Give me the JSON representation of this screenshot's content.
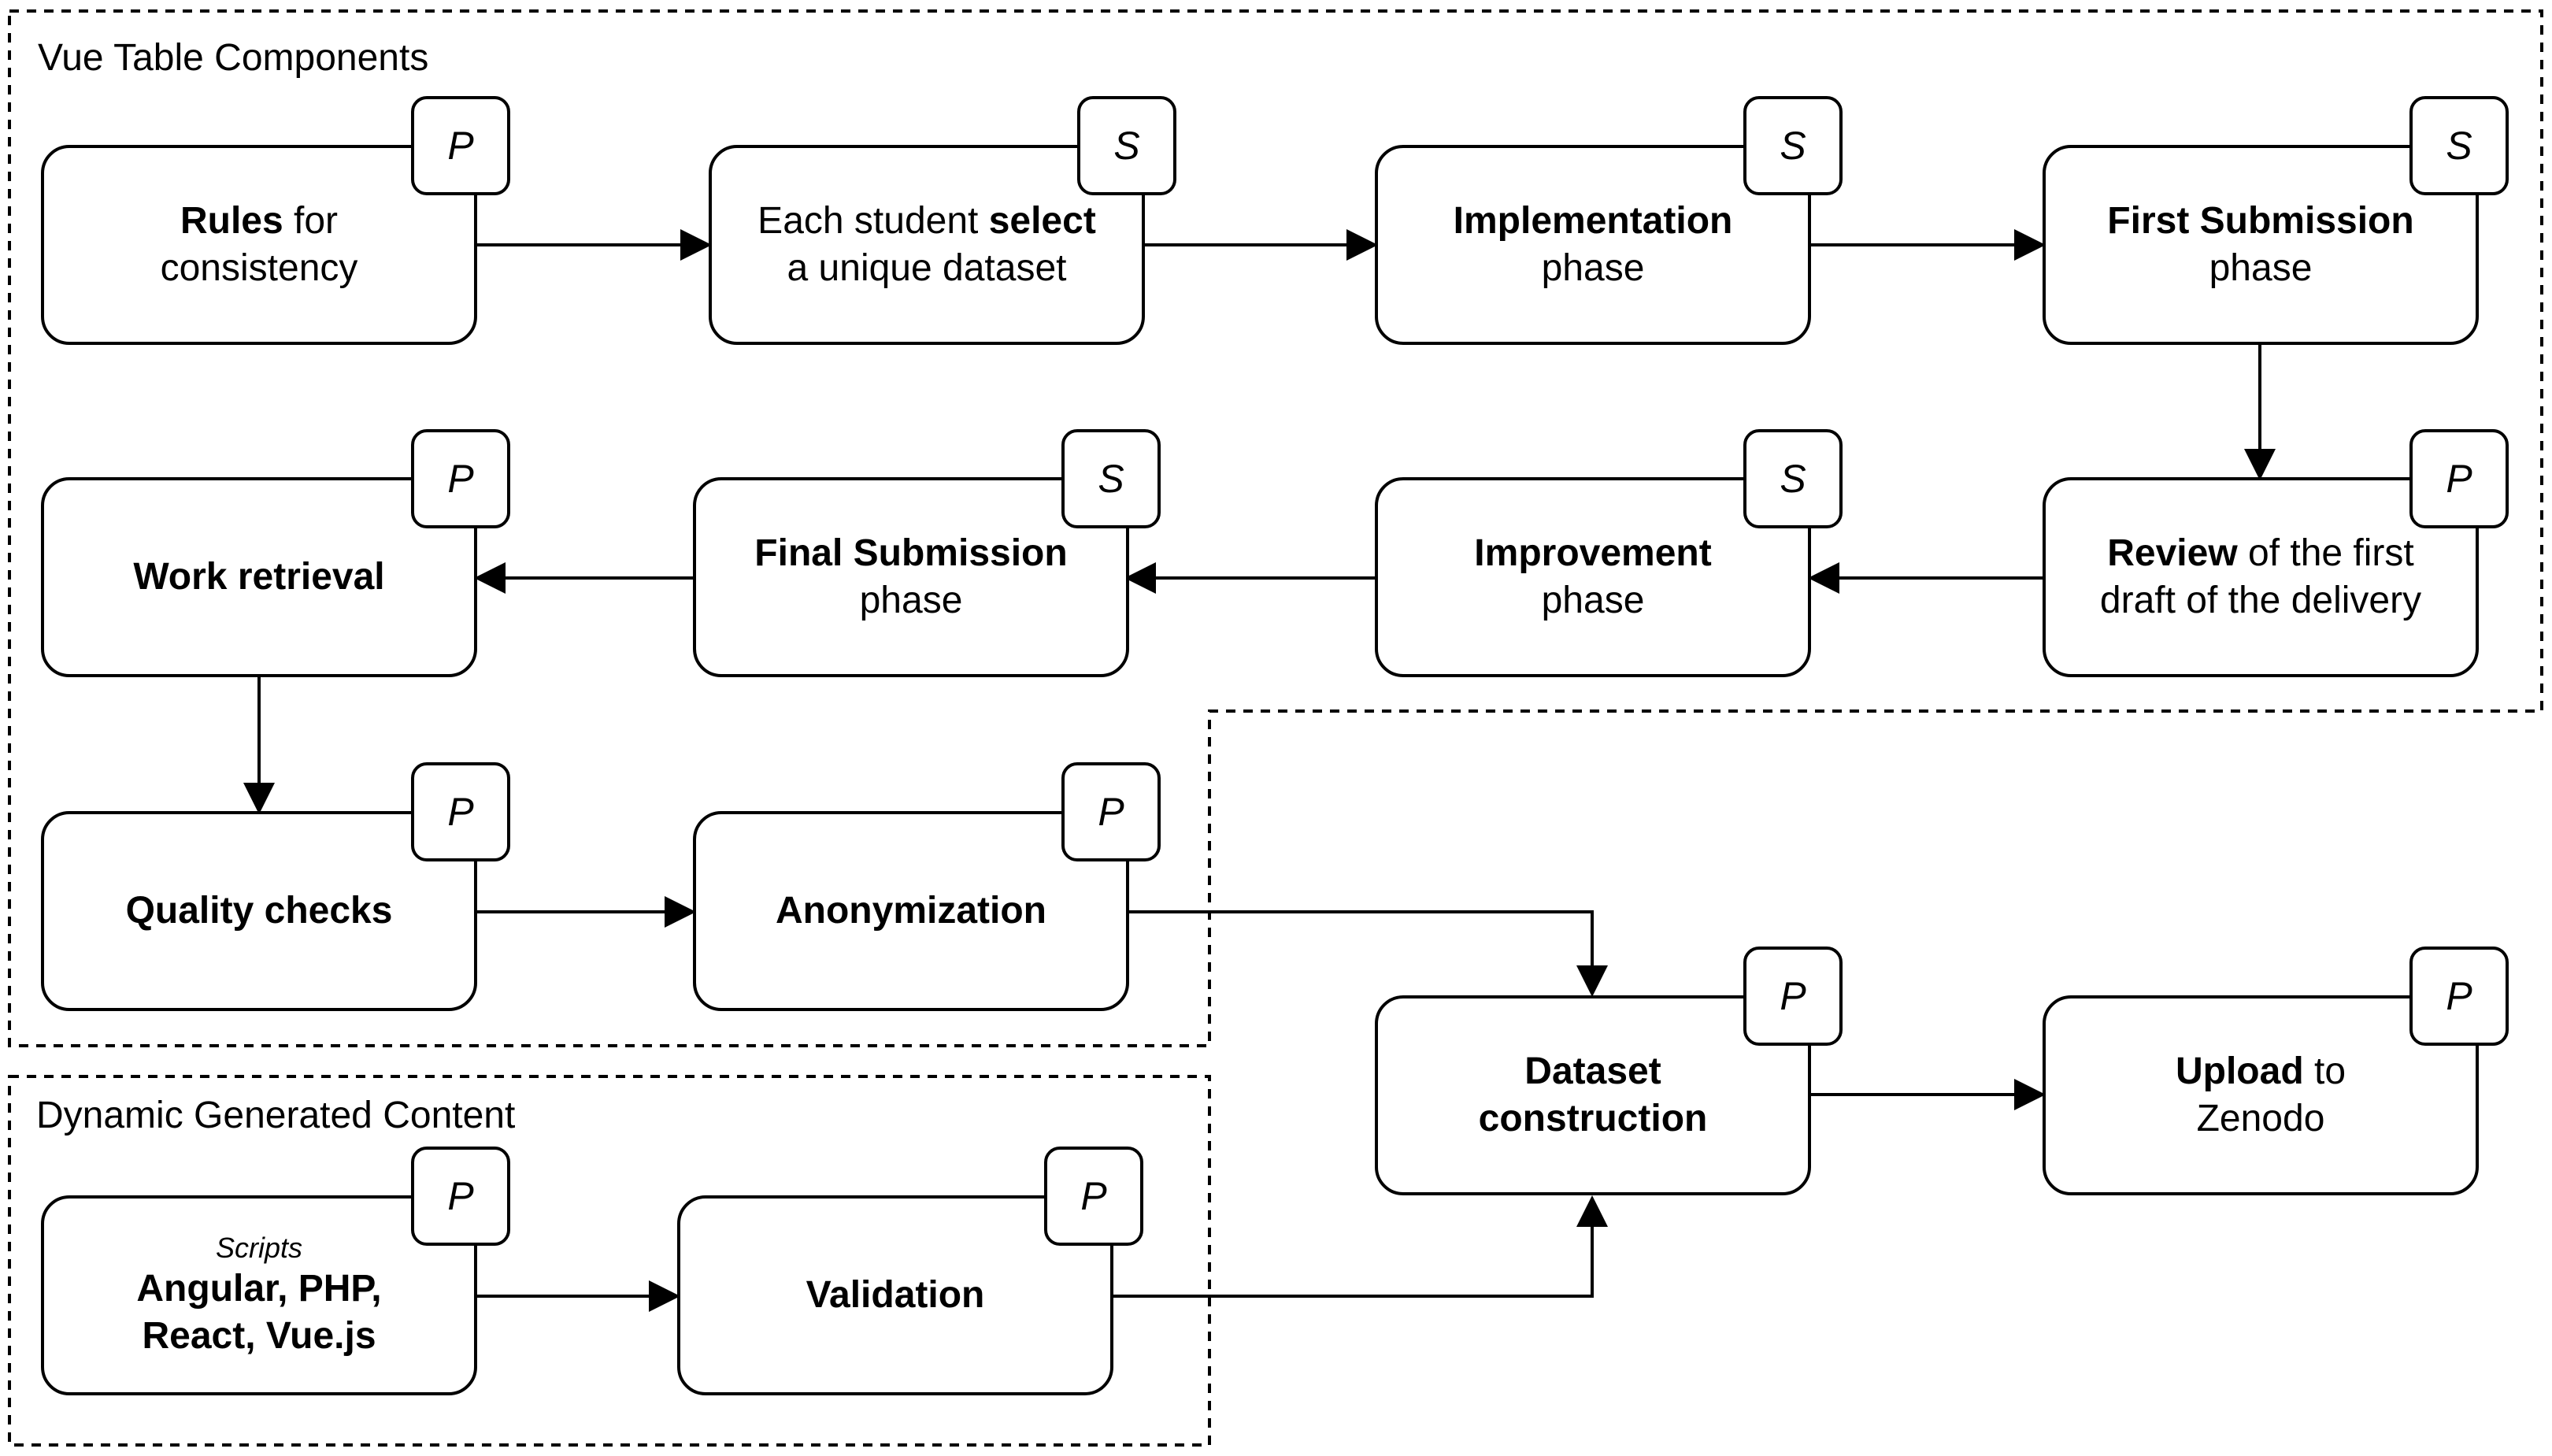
{
  "groups": {
    "vue": "Vue Table Components",
    "dynamic": "Dynamic Generated Content"
  },
  "nodes": {
    "rules": {
      "bold": "Rules",
      "rest": " for",
      "line2": "consistency",
      "badge": "P"
    },
    "select": {
      "pre": "Each student ",
      "bold": "select",
      "line2": "a unique dataset",
      "badge": "S"
    },
    "implementation": {
      "bold": "Implementation",
      "line2": "phase",
      "badge": "S"
    },
    "first_submission": {
      "bold": "First Submission",
      "line2": "phase",
      "badge": "S"
    },
    "review": {
      "bold": "Review",
      "rest": " of the first",
      "line2": "draft of the delivery",
      "badge": "P"
    },
    "improvement": {
      "bold": "Improvement",
      "line2": "phase",
      "badge": "S"
    },
    "final_submission": {
      "bold": "Final Submission",
      "line2": "phase",
      "badge": "S"
    },
    "work_retrieval": {
      "bold": "Work retrieval",
      "badge": "P"
    },
    "quality_checks": {
      "bold": "Quality checks",
      "badge": "P"
    },
    "anonymization": {
      "bold": "Anonymization",
      "badge": "P"
    },
    "dataset_construction": {
      "bold": "Dataset",
      "line2": "construction",
      "badge": "P"
    },
    "upload": {
      "bold": "Upload",
      "rest": " to",
      "line2": "Zenodo",
      "badge": "P"
    },
    "scripts": {
      "caption": "Scripts",
      "line1": "Angular, PHP,",
      "line2": "React, Vue.js",
      "badge": "P"
    },
    "validation": {
      "bold": "Validation",
      "badge": "P"
    }
  }
}
